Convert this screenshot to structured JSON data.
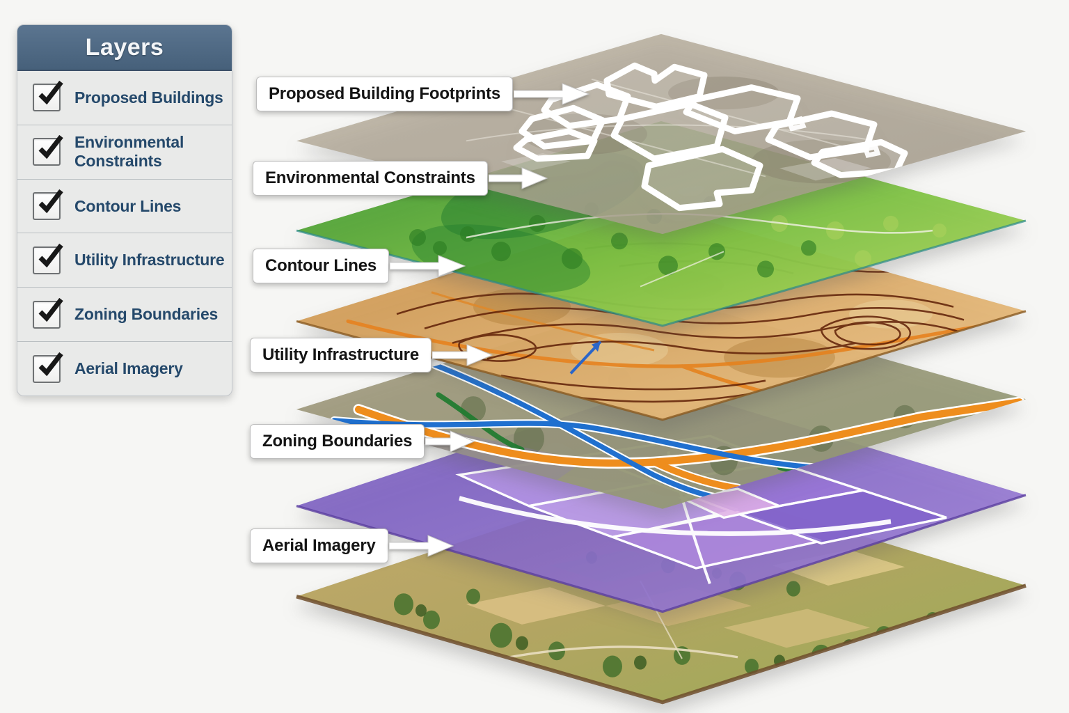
{
  "page": {
    "background_color": "#f6f6f4"
  },
  "layers_panel": {
    "title": "Layers",
    "header_color": "#4e6681",
    "panel_color": "#e9eae9",
    "text_color": "#25496b",
    "items": [
      {
        "id": "proposed-buildings",
        "label": "Proposed Buildings",
        "checked": true
      },
      {
        "id": "environmental-constraints",
        "label": "Environmental Constraints",
        "checked": true
      },
      {
        "id": "contour-lines",
        "label": "Contour Lines",
        "checked": true
      },
      {
        "id": "utility-infrastructure",
        "label": "Utility Infrastructure",
        "checked": true
      },
      {
        "id": "zoning-boundaries",
        "label": "Zoning Boundaries",
        "checked": true
      },
      {
        "id": "aerial-imagery",
        "label": "Aerial Imagery",
        "checked": true
      }
    ]
  },
  "diagram": {
    "callouts": [
      {
        "label": "Proposed Building Footprints"
      },
      {
        "label": "Environmental Constraints"
      },
      {
        "label": "Contour Lines"
      },
      {
        "label": "Utility Infrastructure"
      },
      {
        "label": "Zoning Boundaries"
      },
      {
        "label": "Aerial Imagery"
      }
    ],
    "layer_colors": {
      "proposed_buildings": "#aea491",
      "environmental_constraints": "#4f9c34",
      "contour_lines": "#d09a55",
      "utility_infrastructure": "#9c9579",
      "zoning_boundaries": "#8666cb",
      "aerial_imagery": "#a59a5f"
    },
    "accent_colors": {
      "building_outline": "#ffffff",
      "contour_line": "#5e1f06",
      "utility_orange": "#ee8d1d",
      "utility_blue": "#2070cf",
      "utility_green": "#1d7a2e",
      "zone_boundary": "#ffffff"
    }
  }
}
